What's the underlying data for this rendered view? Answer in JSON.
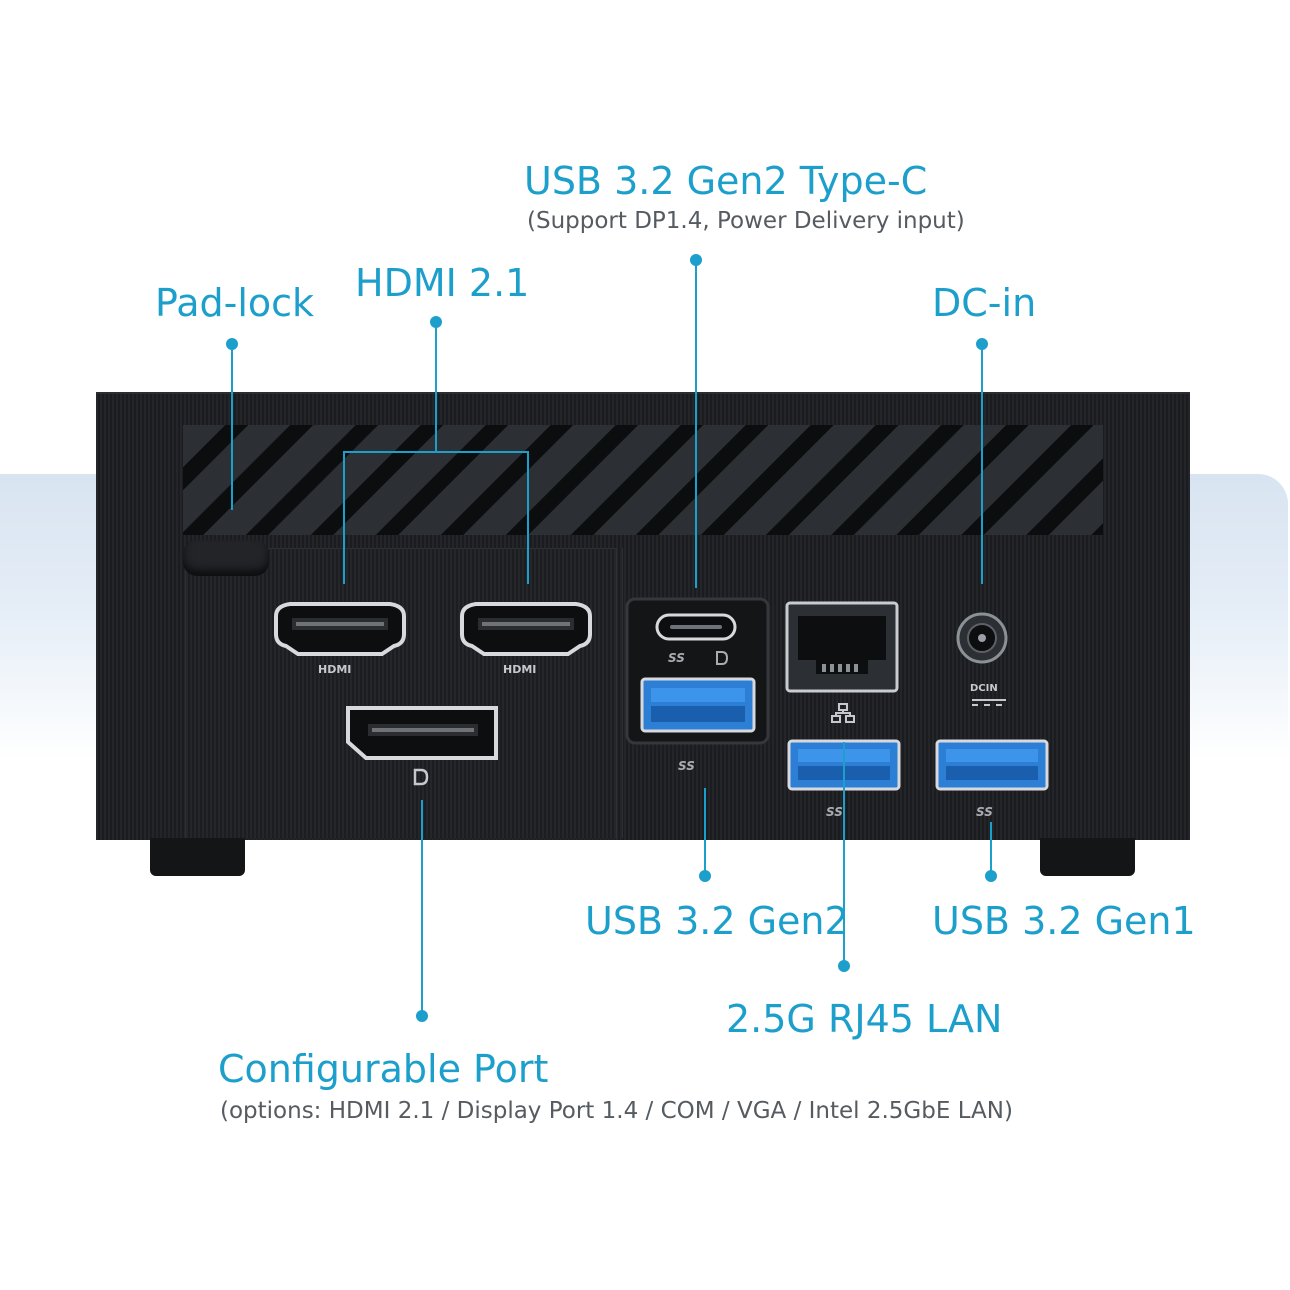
{
  "callouts": {
    "usbc_title": "USB 3.2 Gen2 Type-C",
    "usbc_sub": "(Support DP1.4, Power Delivery input)",
    "padlock": "Pad-lock",
    "hdmi": "HDMI 2.1",
    "dcin": "DC-in",
    "usb_gen2": "USB 3.2 Gen2",
    "usb_gen1": "USB 3.2 Gen1",
    "lan": "2.5G RJ45 LAN",
    "config_title": "Configurable Port",
    "config_sub": "(options: HDMI 2.1 / Display Port 1.4 / COM /  VGA / Intel 2.5GbE LAN)"
  },
  "port_labels": {
    "hdmi_1": "HDMI",
    "hdmi_2": "HDMI",
    "dcin": "DCIN",
    "ss_c": "SS",
    "ss_a_gen2": "SS",
    "ss_a_1": "SS",
    "ss_a_2": "SS"
  },
  "colors": {
    "accent": "#1d9fcc",
    "device": "#1c1e21",
    "usb_blue": "#2d7fd6"
  }
}
